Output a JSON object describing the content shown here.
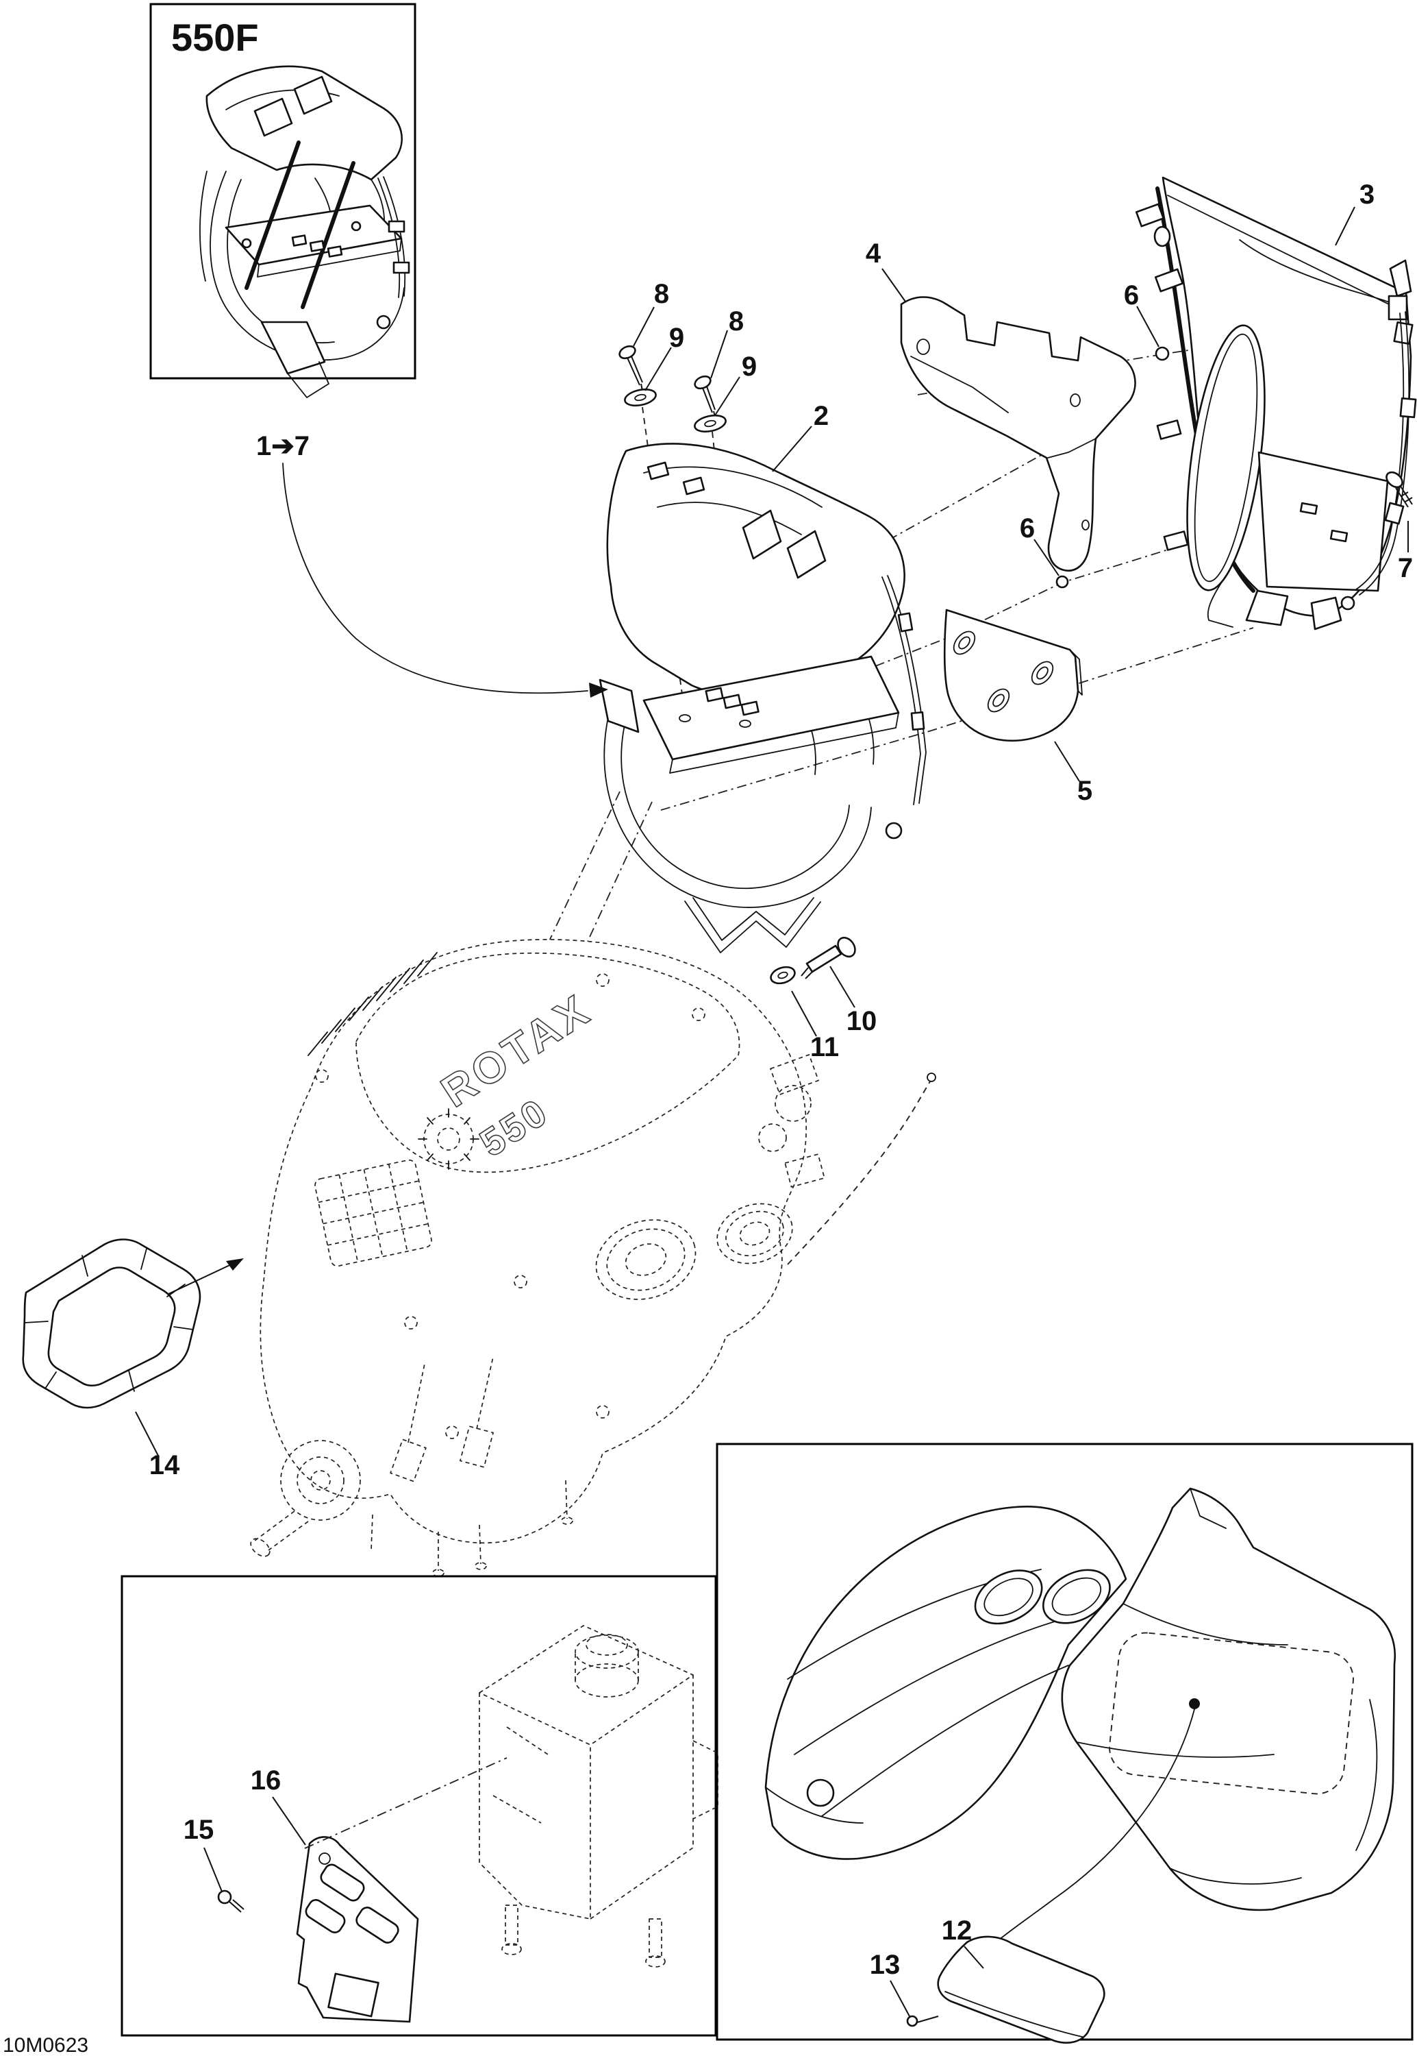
{
  "page": {
    "background": "#ffffff",
    "line_color": "#111111",
    "footer_code": "10M0623"
  },
  "inset": {
    "variant_label": "550F"
  },
  "engine_markings": {
    "brand": "ROTAX",
    "displacement": "550"
  },
  "callouts": {
    "range": "1➔7",
    "n2": "2",
    "n3": "3",
    "n4": "4",
    "n5": "5",
    "n6a": "6",
    "n6b": "6",
    "n7": "7",
    "n8a": "8",
    "n8b": "8",
    "n9a": "9",
    "n9b": "9",
    "n10": "10",
    "n11": "11",
    "n12": "12",
    "n13": "13",
    "n14": "14",
    "n15": "15",
    "n16": "16"
  },
  "parts_semantics": {
    "inset_drawing": "fan-housing-assembly-550f",
    "p2": "fan-cowl-inner-half",
    "p3": "fan-shroud-outer",
    "p4": "air-deflector-baffle",
    "p5": "support-plate-3-holes",
    "p6": "o-ring",
    "p7": "screw",
    "p8": "screw",
    "p9": "washer",
    "p10": "bolt",
    "p11": "washer",
    "p12": "deflector-panel",
    "p13": "screw",
    "p14": "air-intake-seal",
    "p15": "screw",
    "p16": "heat-shield-plate",
    "lower_left_box": "coolant-reservoir-group",
    "lower_right_box": "hood-and-bottom-pan-group",
    "engine": "rotax-550-engine-phantom-view"
  }
}
